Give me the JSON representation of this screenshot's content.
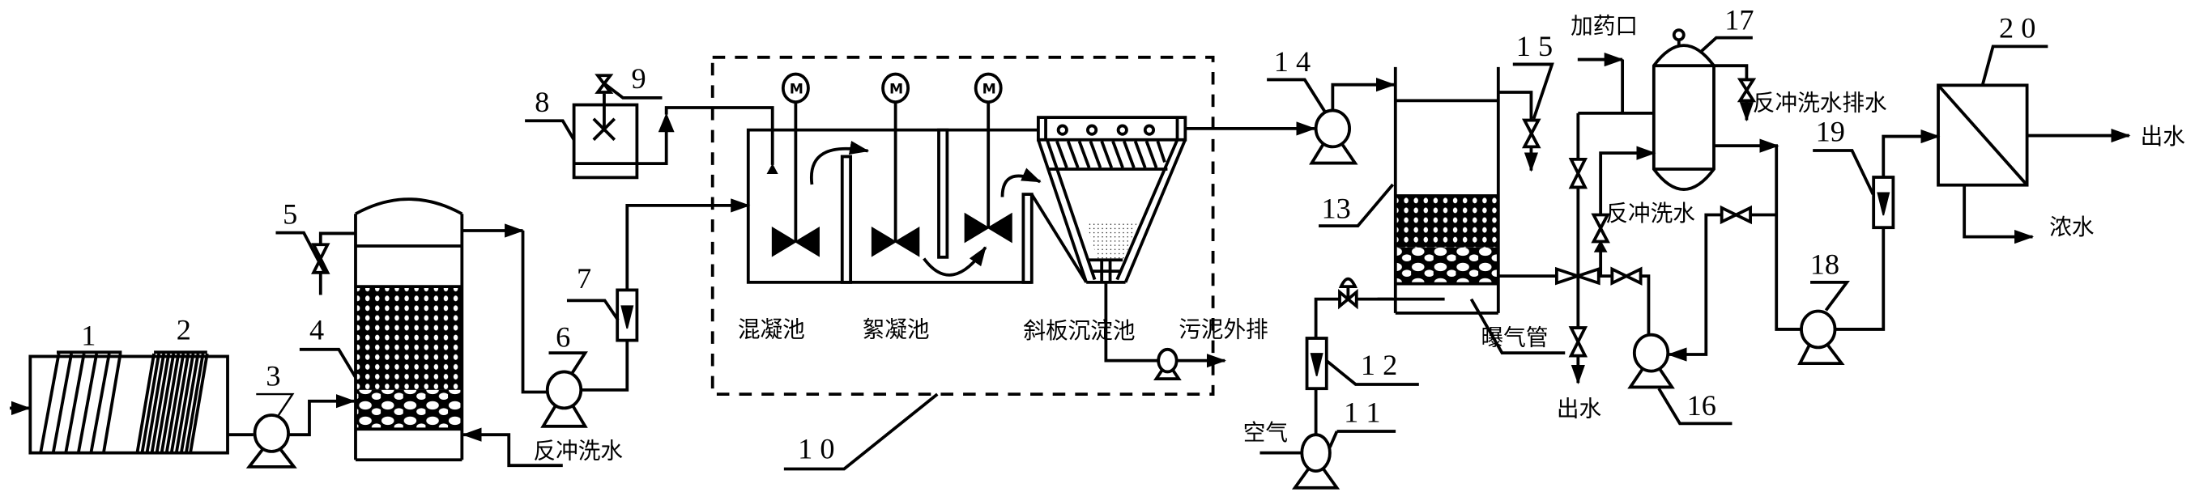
{
  "diagram": {
    "component_numbers": {
      "n1": "1",
      "n2": "2",
      "n3": "3",
      "n4": "4",
      "n5": "5",
      "n6": "6",
      "n7": "7",
      "n8": "8",
      "n9": "9",
      "n10": "1 0",
      "n11": "1 1",
      "n12": "1 2",
      "n13": "13",
      "n14": "1 4",
      "n15": "1 5",
      "n16": "16",
      "n17": "17",
      "n18": "18",
      "n19": "19",
      "n20": "2 0"
    },
    "labels": {
      "backwash_water_1": "反冲洗水",
      "coagulation_tank": "混凝池",
      "flocculation_tank": "絮凝池",
      "inclined_plate_settler": "斜板沉淀池",
      "sludge_discharge": "污泥外排",
      "air": "空气",
      "aeration_pipe": "曝气管",
      "outlet_water_1": "出水",
      "dosing_port": "加药口",
      "backwash_drain": "反冲洗水排水",
      "backwash_water_2": "反冲洗水",
      "outlet_water_2": "出水",
      "concentrate": "浓水"
    },
    "colors": {
      "line": "#000000",
      "background": "#ffffff"
    }
  }
}
